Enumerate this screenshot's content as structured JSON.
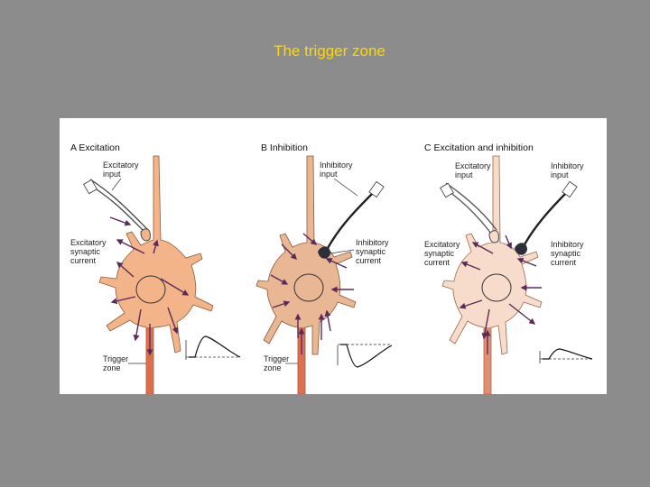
{
  "slide": {
    "title": "The trigger zone"
  },
  "panels": [
    {
      "title": "A  Excitation",
      "fill": "#f4b48a",
      "labels": {
        "excitatory_input": [
          "Excitatory",
          "input"
        ],
        "excitatory_current": [
          "Excitatory",
          "synaptic",
          "current"
        ],
        "trigger_zone": [
          "Trigger",
          "zone"
        ]
      }
    },
    {
      "title": "B  Inhibition",
      "fill": "#e9b793",
      "labels": {
        "inhibitory_input": [
          "Inhibitory",
          "input"
        ],
        "inhibitory_current": [
          "Inhibitory",
          "synaptic",
          "current"
        ],
        "trigger_zone": [
          "Trigger",
          "zone"
        ]
      }
    },
    {
      "title": "C  Excitation and inhibition",
      "fill": "#f8dccb",
      "labels": {
        "excitatory_input": [
          "Excitatory",
          "input"
        ],
        "inhibitory_input": [
          "Inhibitory",
          "input"
        ],
        "excitatory_current": [
          "Excitatory",
          "synaptic",
          "current"
        ],
        "inhibitory_current": [
          "Inhibitory",
          "synaptic",
          "current"
        ]
      }
    }
  ],
  "colors": {
    "arrow": "#5a2a5a",
    "axon_tint": "#d45a3a",
    "inhibitory_terminal": "#2a2f3a"
  }
}
